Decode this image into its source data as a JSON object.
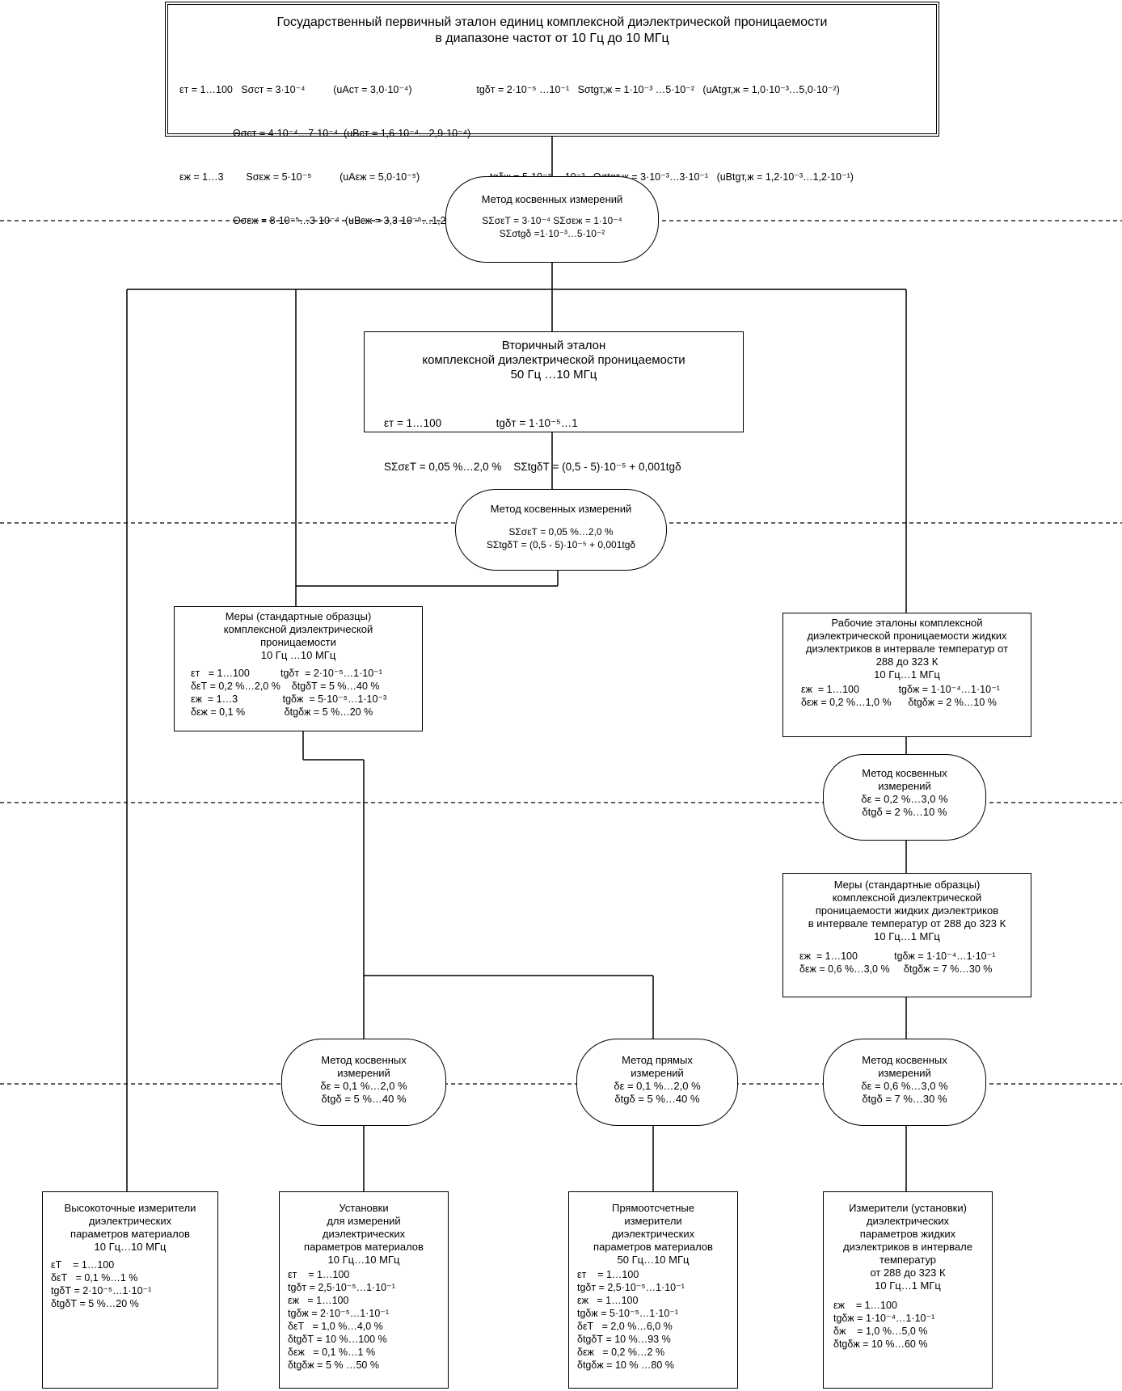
{
  "primary": {
    "title1": "Государственный первичный эталон единиц комплексной диэлектрической проницаемости",
    "title2": "в диапазоне частот от 10 Гц до 10 МГц",
    "row1": "εт = 1…100   Sσст = 3·10⁻⁴          (uAст = 3,0·10⁻⁴)                       tgδт = 2·10⁻⁵ …10⁻¹   Sσtgт,ж = 1·10⁻³ …5·10⁻²   (uAtgт,ж = 1,0·10⁻³…5,0·10⁻²)",
    "row2": "                   Θσст = 4·10⁻⁴…7·10⁻⁴  (uBст = 1,6·10⁻⁴…2,9·10⁻⁴)",
    "row3": "εж = 1…3        Sσεж = 5·10⁻⁵          (uAεж = 5,0·10⁻⁵)                         tgδж = 5·10⁻⁵ …10⁻³   Θσtgт,ж = 3·10⁻³…3·10⁻¹   (uBtgт,ж = 1,2·10⁻³…1,2·10⁻¹)",
    "row4": "                   Θσεж = 8·10⁻⁵…3·10⁻⁴  (uBεж = 3,3·10⁻⁵…1,2·10⁻⁴)"
  },
  "method1": {
    "title": "Метод косвенных измерений",
    "line1": "SΣσεТ = 3·10⁻⁴     SΣσεж = 1·10⁻⁴",
    "line2": "SΣσtgδ =1·10⁻³…5·10⁻²"
  },
  "secondary": {
    "title1": "Вторичный эталон",
    "title2": "комплексной диэлектрической проницаемости",
    "title3": "50 Гц …10 МГц",
    "row1": "εт = 1…100                  tgδт = 1·10⁻⁵…1",
    "row2": "SΣσεТ = 0,05 %…2,0 %    SΣtgδТ = (0,5 - 5)·10⁻⁵ + 0,001tgδ"
  },
  "method2": {
    "title": "Метод косвенных измерений",
    "line1": "SΣσεТ = 0,05 %…2,0 %",
    "line2": "SΣtgδТ = (0,5 - 5)·10⁻⁵ + 0,001tgδ"
  },
  "measures1": {
    "title1": "Меры (стандартные образцы)",
    "title2": "комплексной диэлектрической",
    "title3": "проницаемости",
    "title4": "10 Гц …10 МГц",
    "params": "εт   = 1…100           tgδт  = 2·10⁻⁵…1·10⁻¹\nδεТ = 0,2 %…2,0 %    δtgδТ = 5 %…40 %\nεж  = 1…3                tgδж  = 5·10⁻⁵…1·10⁻³\nδεж = 0,1 %              δtgδж = 5 %…20 %"
  },
  "working": {
    "title1": "Рабочие эталоны комплексной",
    "title2": "диэлектрической проницаемости жидких",
    "title3": "диэлектриков в интервале температур от",
    "title4": "288  до 323 К",
    "title5": "10 Гц…1 МГц",
    "params": "εж  = 1…100              tgδж = 1·10⁻⁴…1·10⁻¹\nδεж = 0,2 %…1,0 %      δtgδж = 2 %…10 %"
  },
  "method3": {
    "title1": "Метод косвенных",
    "title2": "измерений",
    "line1": "δε = 0,2 %…3,0 %",
    "line2": "δtgδ = 2 %…10 %"
  },
  "measures2": {
    "title1": "Меры (стандартные образцы)",
    "title2": "комплексной диэлектрической",
    "title3": "проницаемости жидких диэлектриков",
    "title4": "в интервале температур от 288 до 323 К",
    "title5": "10 Гц…1 МГц",
    "params": "εж  = 1…100             tgδж = 1·10⁻⁴…1·10⁻¹\nδεж = 0,6 %…3,0 %     δtgδж = 7 %…30 %"
  },
  "method4": {
    "title1": "Метод косвенных",
    "title2": "измерений",
    "line1": "δε = 0,1 %…2,0 %",
    "line2": "δtgδ = 5 %…40 %"
  },
  "method5": {
    "title1": "Метод прямых",
    "title2": "измерений",
    "line1": "δε = 0,1 %…2,0 %",
    "line2": "δtgδ = 5 %…40 %"
  },
  "method6": {
    "title1": "Метод косвенных",
    "title2": "измерений",
    "line1": "δε = 0,6 %…3,0 %",
    "line2": "δtgδ = 7 %…30 %"
  },
  "instr1": {
    "title1": "Высокоточные  измерители",
    "title2": "диэлектрических",
    "title3": "параметров материалов",
    "title4": "10 Гц…10 МГц",
    "params": "εТ    = 1…100\nδεТ   = 0,1 %…1 %\ntgδТ = 2·10⁻⁵…1·10⁻¹\nδtgδТ = 5 %…20 %"
  },
  "instr2": {
    "title1": "Установки",
    "title2": "для измерений",
    "title3": "диэлектрических",
    "title4": "параметров  материалов",
    "title5": "10 Гц…10 МГц",
    "params": "εт    = 1…100\ntgδт = 2,5·10⁻⁵…1·10⁻¹\nεж   = 1…100\ntgδж = 2·10⁻⁵…1·10⁻¹\nδεТ   = 1,0 %…4,0 %\nδtgδТ = 10 %…100 %\nδεж   = 0,1 %…1 %\nδtgδж = 5 % …50 %"
  },
  "instr3": {
    "title1": "Прямоотсчетные",
    "title2": "измерители",
    "title3": "диэлектрических",
    "title4": "параметров  материалов",
    "title5": "50 Гц…10 МГц",
    "params": "εт    = 1…100\ntgδт = 2,5·10⁻⁵…1·10⁻¹\nεж   = 1…100\ntgδж = 5·10⁻⁵…1·10⁻¹\nδεТ   = 2,0 %…6,0 %\nδtgδТ = 10 %…93 %\nδεж   = 0,2 %…2 %\nδtgδж = 10 % …80 %"
  },
  "instr4": {
    "title1": "Измерители (установки)",
    "title2": "диэлектрических",
    "title3": "параметров жидких",
    "title4": "диэлектриков в интервале",
    "title5": "температур",
    "title6": "от 288 до 323 К",
    "title7": "10 Гц…1 МГц",
    "params": "εж    = 1…100\ntgδж = 1·10⁻⁴…1·10⁻¹\nδж    = 1,0 %…5,0 %\nδtgδж = 10 %…60 %"
  }
}
